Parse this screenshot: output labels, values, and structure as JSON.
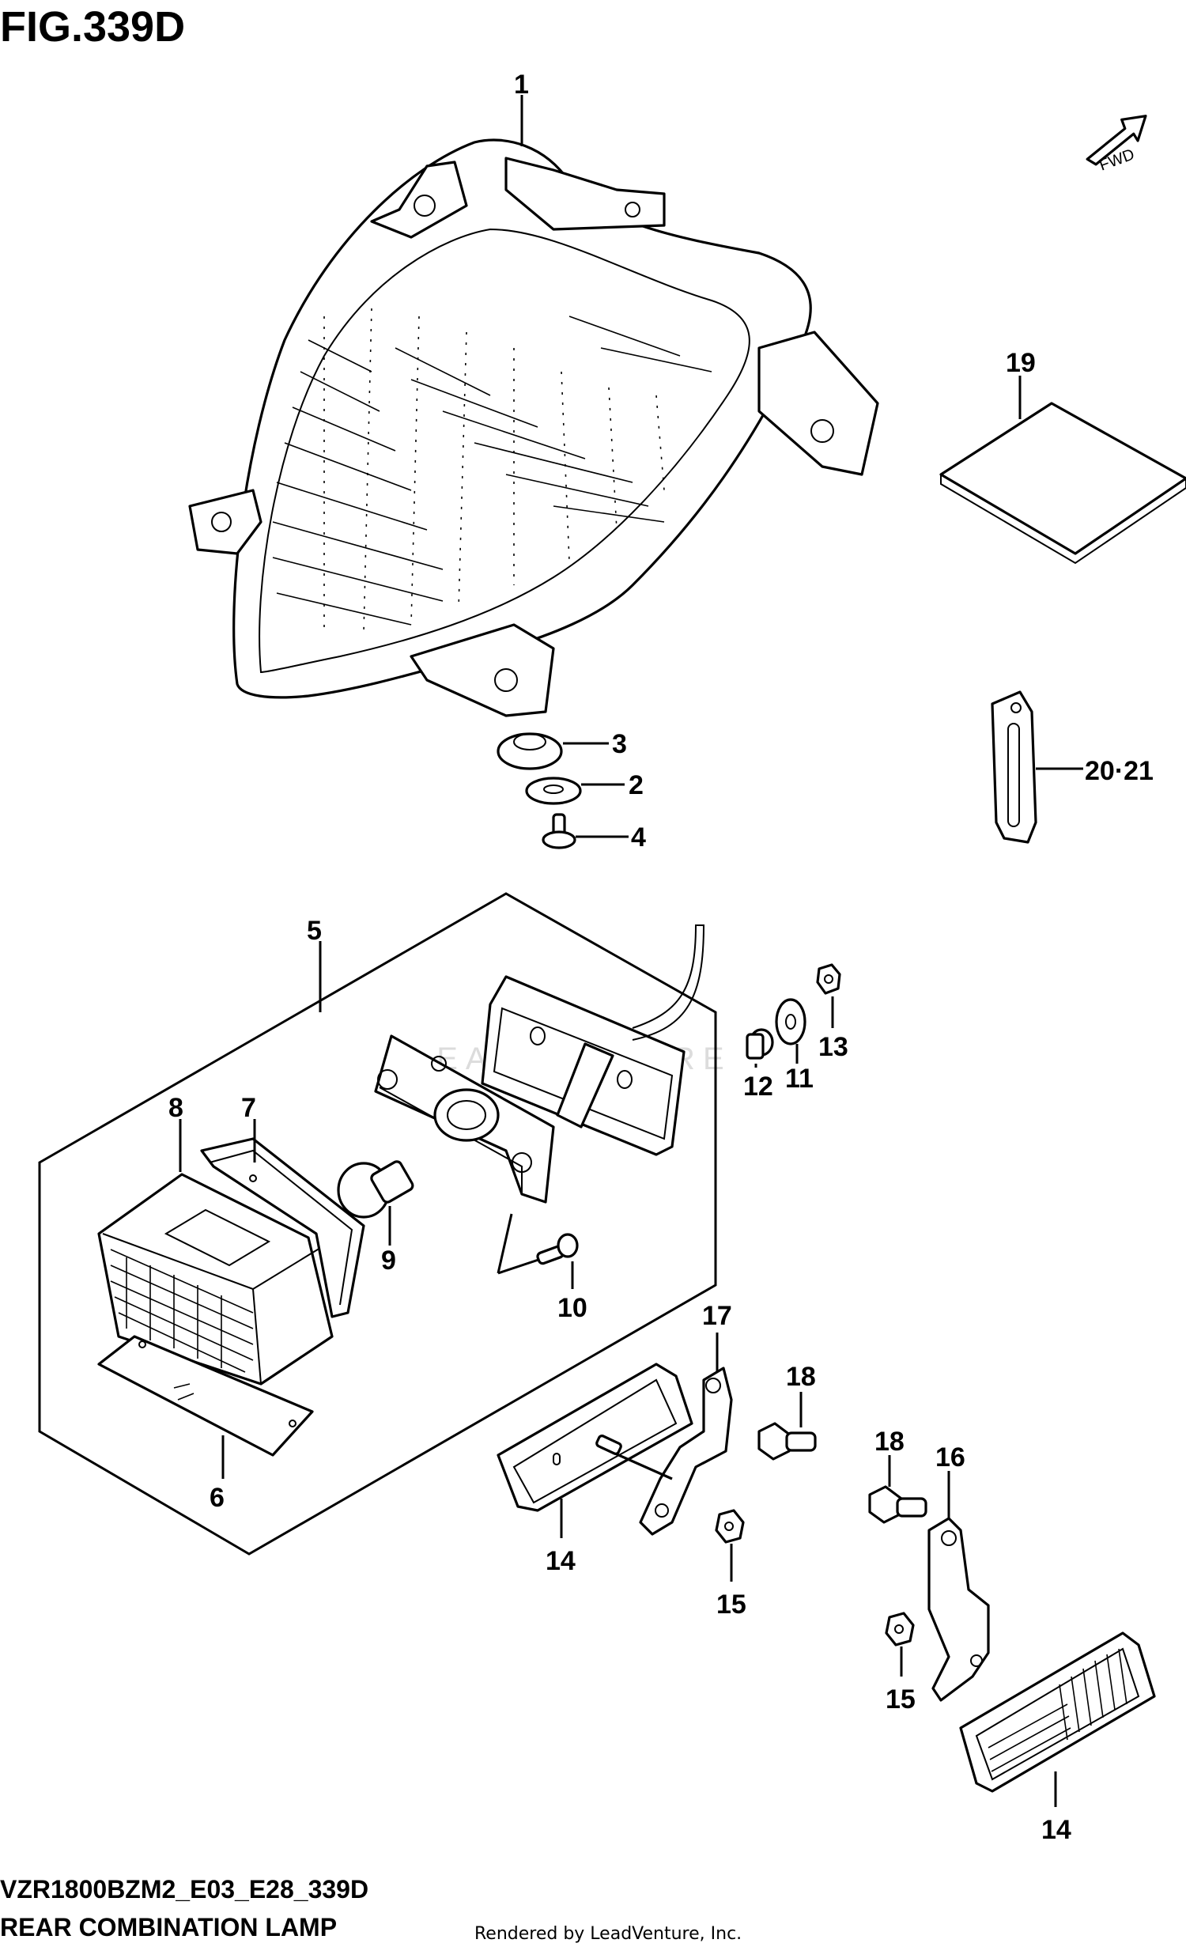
{
  "figure": {
    "title": "FIG.339D",
    "model_code": "VZR1800BZM2_E03_E28_339D",
    "section_name": "REAR COMBINATION LAMP",
    "credit": "Rendered by LeadVenture, Inc.",
    "direction_arrow": "FWD",
    "watermark": "LEADVENTURE"
  },
  "callouts": {
    "c1": "1",
    "c2": "2",
    "c3": "3",
    "c4": "4",
    "c5": "5",
    "c6": "6",
    "c7": "7",
    "c8": "8",
    "c9": "9",
    "c10": "10",
    "c11": "11",
    "c12": "12",
    "c13": "13",
    "c14a": "14",
    "c14b": "14",
    "c15a": "15",
    "c15b": "15",
    "c16": "16",
    "c17": "17",
    "c18a": "18",
    "c18b": "18",
    "c19": "19",
    "c2021": "20·21"
  }
}
